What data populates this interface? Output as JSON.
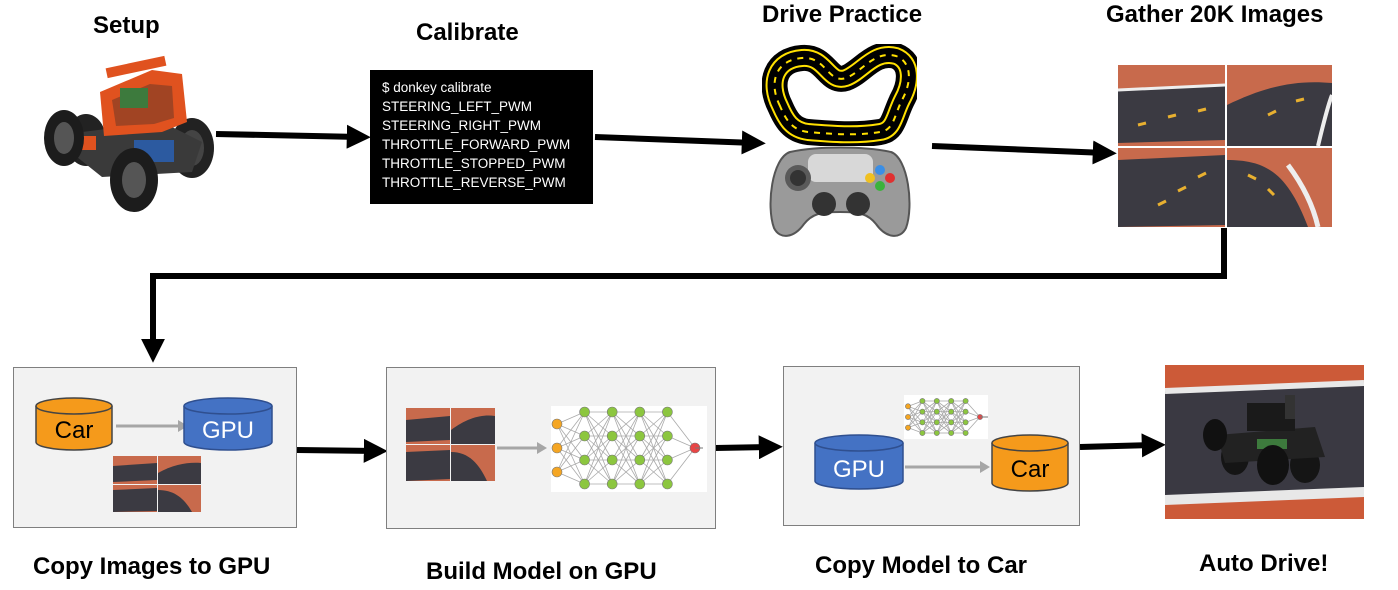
{
  "steps": {
    "setup": "Setup",
    "calibrate": "Calibrate",
    "drive_practice": "Drive Practice",
    "gather": "Gather 20K Images",
    "copy_images": "Copy Images to GPU",
    "build_model": "Build Model on GPU",
    "copy_model": "Copy Model to Car",
    "auto_drive": "Auto Drive!"
  },
  "terminal": {
    "lines": [
      "$ donkey calibrate",
      "STEERING_LEFT_PWM",
      "STEERING_RIGHT_PWM",
      "THROTTLE_FORWARD_PWM",
      "THROTTLE_STOPPED_PWM",
      "THROTTLE_REVERSE_PWM"
    ]
  },
  "storage": {
    "car": "Car",
    "gpu": "GPU"
  },
  "colors": {
    "car_cylinder": "#f59a1b",
    "gpu_cylinder": "#4472c4",
    "panel_bg": "#f2f2f2",
    "road": "#3a3a44",
    "track_floor": "#d2552e"
  }
}
